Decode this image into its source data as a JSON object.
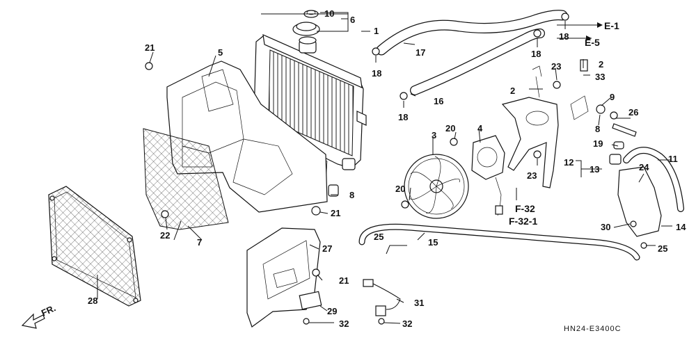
{
  "callouts": [
    "1",
    "2",
    "2",
    "3",
    "4",
    "5",
    "6",
    "7",
    "8",
    "8",
    "9",
    "10",
    "11",
    "12",
    "13",
    "14",
    "15",
    "16",
    "17",
    "18",
    "18",
    "18",
    "18",
    "19",
    "20",
    "20",
    "21",
    "21",
    "21",
    "22",
    "23",
    "23",
    "24",
    "25",
    "25",
    "26",
    "27",
    "28",
    "29",
    "30",
    "31",
    "32",
    "32",
    "33"
  ],
  "references": {
    "e1": "E-1",
    "e5": "E-5",
    "f32": "F-32",
    "f32_1": "F-32-1"
  },
  "front_arrow_label": "FR.",
  "diagram_code": "HN24-E3400C"
}
